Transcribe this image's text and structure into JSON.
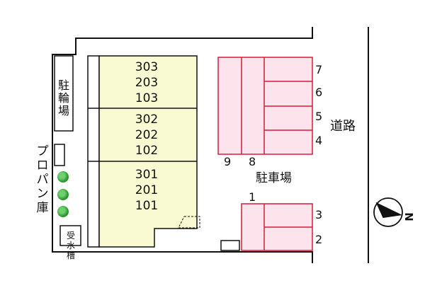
{
  "road_label": "道路",
  "parking_label": "駐車場",
  "bicycle_parking_label": "駐輪場",
  "propane_label": "プロパン庫",
  "water_tank_label": "受水槽",
  "units": {
    "row3": [
      "303",
      "203",
      "103"
    ],
    "row2": [
      "302",
      "202",
      "102"
    ],
    "row1": [
      "301",
      "201",
      "101"
    ]
  },
  "parking_spaces": [
    "1",
    "2",
    "3",
    "4",
    "5",
    "6",
    "7",
    "8",
    "9"
  ],
  "compass_label": "N",
  "colors": {
    "building_fill": "#fafad2",
    "parking_fill": "#fde3ec",
    "parking_stroke": "#d81b3c",
    "outline": "#111111"
  }
}
